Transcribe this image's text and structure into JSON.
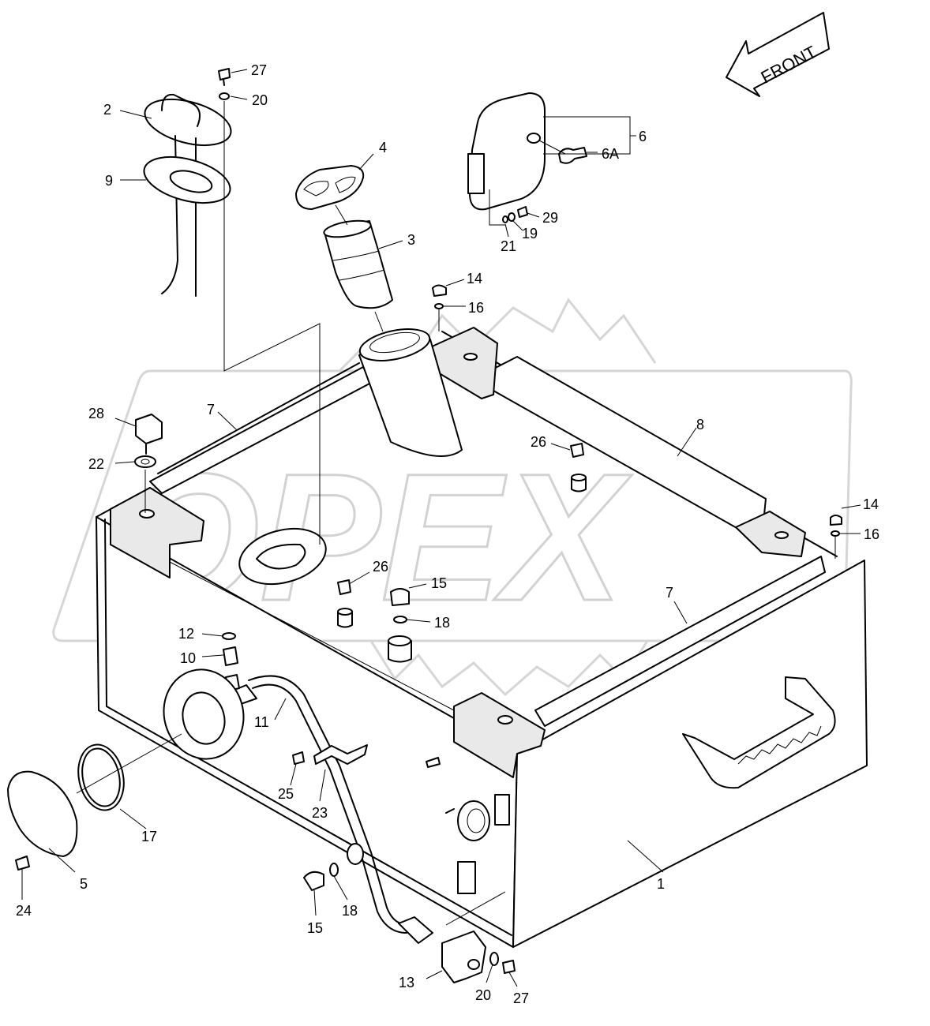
{
  "watermark": {
    "text": "OPEX"
  },
  "direction": {
    "label": "FRONT"
  },
  "callouts": [
    {
      "id": "c27a",
      "text": "27"
    },
    {
      "id": "c20a",
      "text": "20"
    },
    {
      "id": "c2",
      "text": "2"
    },
    {
      "id": "c9",
      "text": "9"
    },
    {
      "id": "c4",
      "text": "4"
    },
    {
      "id": "c3",
      "text": "3"
    },
    {
      "id": "c6",
      "text": "6"
    },
    {
      "id": "c6A",
      "text": "6A"
    },
    {
      "id": "c29",
      "text": "29"
    },
    {
      "id": "c19",
      "text": "19"
    },
    {
      "id": "c21",
      "text": "21"
    },
    {
      "id": "c14a",
      "text": "14"
    },
    {
      "id": "c16a",
      "text": "16"
    },
    {
      "id": "c28",
      "text": "28"
    },
    {
      "id": "c7a",
      "text": "7"
    },
    {
      "id": "c22",
      "text": "22"
    },
    {
      "id": "c8",
      "text": "8"
    },
    {
      "id": "c26a",
      "text": "26"
    },
    {
      "id": "c14b",
      "text": "14"
    },
    {
      "id": "c16b",
      "text": "16"
    },
    {
      "id": "c26b",
      "text": "26"
    },
    {
      "id": "c15a",
      "text": "15"
    },
    {
      "id": "c18a",
      "text": "18"
    },
    {
      "id": "c7b",
      "text": "7"
    },
    {
      "id": "c12",
      "text": "12"
    },
    {
      "id": "c10",
      "text": "10"
    },
    {
      "id": "c11",
      "text": "11"
    },
    {
      "id": "c25",
      "text": "25"
    },
    {
      "id": "c23",
      "text": "23"
    },
    {
      "id": "c17",
      "text": "17"
    },
    {
      "id": "c5",
      "text": "5"
    },
    {
      "id": "c24",
      "text": "24"
    },
    {
      "id": "c15b",
      "text": "15"
    },
    {
      "id": "c18b",
      "text": "18"
    },
    {
      "id": "c1",
      "text": "1"
    },
    {
      "id": "c13",
      "text": "13"
    },
    {
      "id": "c20b",
      "text": "20"
    },
    {
      "id": "c27b",
      "text": "27"
    }
  ]
}
